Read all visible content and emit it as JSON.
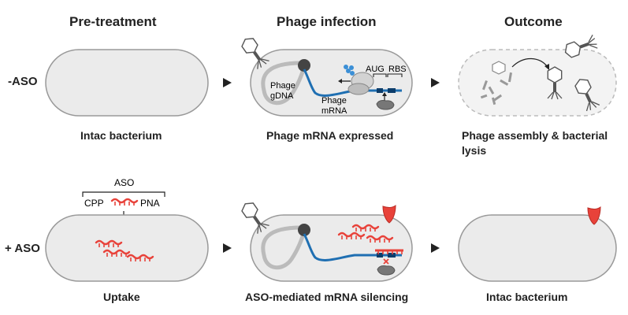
{
  "columns": [
    "Pre-treatment",
    "Phage infection",
    "Outcome"
  ],
  "rows": [
    "-ASO",
    "+ ASO"
  ],
  "top": {
    "captions": [
      "Intac bacterium",
      "Phage mRNA expressed",
      "Phage assembly & bacterial lysis"
    ],
    "labels": {
      "gdna": [
        "Phage",
        "gDNA"
      ],
      "mrna": [
        "Phage",
        "mRNA"
      ],
      "aug": "AUG",
      "rbs": "RBS"
    }
  },
  "bottom": {
    "captions": [
      "Uptake",
      "ASO-mediated mRNA silencing",
      "Intac bacterium"
    ],
    "labels": {
      "aso": "ASO",
      "cpp": "CPP",
      "pna": "PNA"
    }
  },
  "colors": {
    "cell_fill": "#ebebeb",
    "cell_stroke": "#999999",
    "dna": "#1f6fb2",
    "aso": "#e8423a",
    "shield": "#e8423a",
    "ribosome": "#c4c4c4"
  }
}
